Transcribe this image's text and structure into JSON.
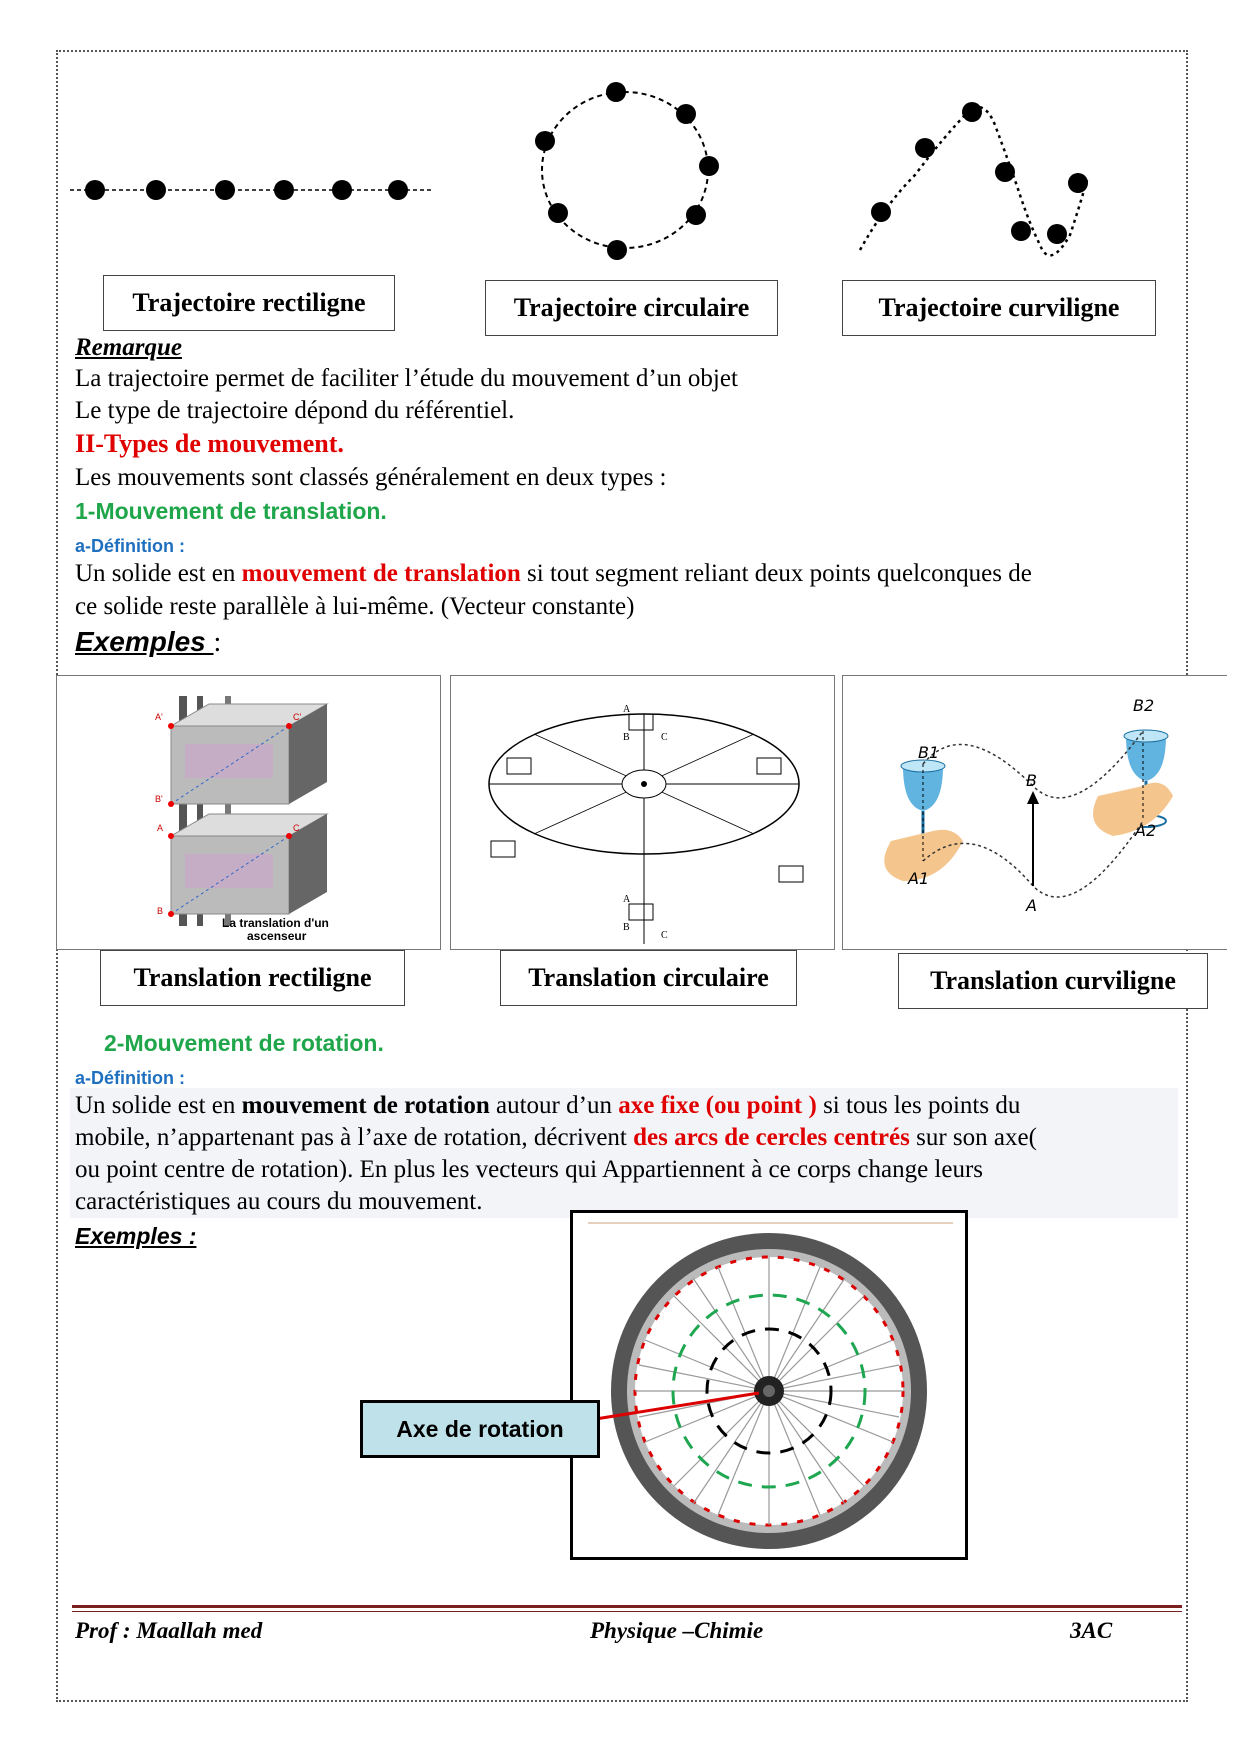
{
  "trajectories": {
    "rectiligne": "Trajectoire rectiligne",
    "circulaire": "Trajectoire circulaire",
    "curviligne": "Trajectoire curviligne"
  },
  "remarque": {
    "title": "Remarque",
    "line1": "La trajectoire permet de faciliter l’étude du mouvement d’un objet",
    "line2": "Le type de trajectoire dépond du référentiel."
  },
  "section2": {
    "title": "II-Types de mouvement.",
    "intro": "Les mouvements sont classés généralement en deux types :"
  },
  "translation": {
    "title": "1-Mouvement de translation.",
    "def_title": "a-Définition :",
    "def_part1": "Un solide est en ",
    "def_highlight": "mouvement de translation",
    "def_part2": " si tout segment reliant deux points quelconques de",
    "def_line2": "ce solide reste parallèle à lui-même. (Vecteur constante)",
    "examples_title": "Exemples ",
    "examples_colon": ":",
    "captions": {
      "rectiligne": "Translation rectiligne",
      "circulaire": "Translation circulaire",
      "curviligne": "Translation curviligne"
    },
    "elevator_caption_1": "La translation d'un",
    "elevator_caption_2": "ascenseur",
    "elevator_points": [
      "A'",
      "C'",
      "B'",
      "A",
      "C",
      "B"
    ],
    "wheel_points": [
      "A",
      "B",
      "C"
    ],
    "curve_points": [
      "B2",
      "B1",
      "B",
      "A2",
      "A1",
      "A"
    ]
  },
  "rotation": {
    "title": "2-Mouvement de rotation.",
    "def_title": "a-Définition :",
    "l1_a": "Un solide est en ",
    "l1_b": "mouvement de rotation",
    "l1_c": " autour d’un ",
    "l1_d": "axe fixe (ou point )",
    "l1_e": " si tous les points du",
    "l2_a": "mobile, n’appartenant pas à l’axe de rotation, décrivent ",
    "l2_b": "des arcs de cercles centrés",
    "l2_c": " sur son axe(",
    "l3": "ou point centre de rotation). En plus les vecteurs qui Appartiennent à ce corps change leurs",
    "l4": "caractéristiques au cours du mouvement.",
    "examples_title": "Exemples :",
    "axis_label": "Axe de rotation"
  },
  "footer": {
    "author": "Prof : Maallah med",
    "subject": "Physique –Chimie",
    "level": "3AC"
  },
  "colors": {
    "accent_red": "#e00000",
    "title_green": "#1fa64a",
    "def_blue": "#1f6fbf",
    "axis_box_bg": "#bfe2ea",
    "footer_rule": "#7a1e1e"
  }
}
